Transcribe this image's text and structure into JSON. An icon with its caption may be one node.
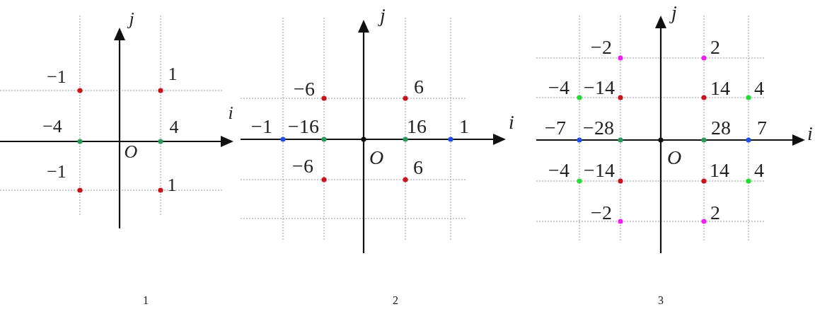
{
  "diagram": {
    "labels": [
      "j",
      "−1",
      "1",
      "i",
      "−4",
      "4",
      "O",
      "−1",
      "1",
      "j",
      "−6",
      "6",
      "−1",
      "−16",
      "16",
      "1",
      "i",
      "O",
      "−6",
      "6",
      "j",
      "−2",
      "2",
      "−4",
      "−14",
      "14",
      "4",
      "−7",
      "−28",
      "28",
      "7",
      "i",
      "O",
      "−4",
      "−14",
      "14",
      "4",
      "−2",
      "2",
      "1",
      "2",
      "3"
    ]
  }
}
